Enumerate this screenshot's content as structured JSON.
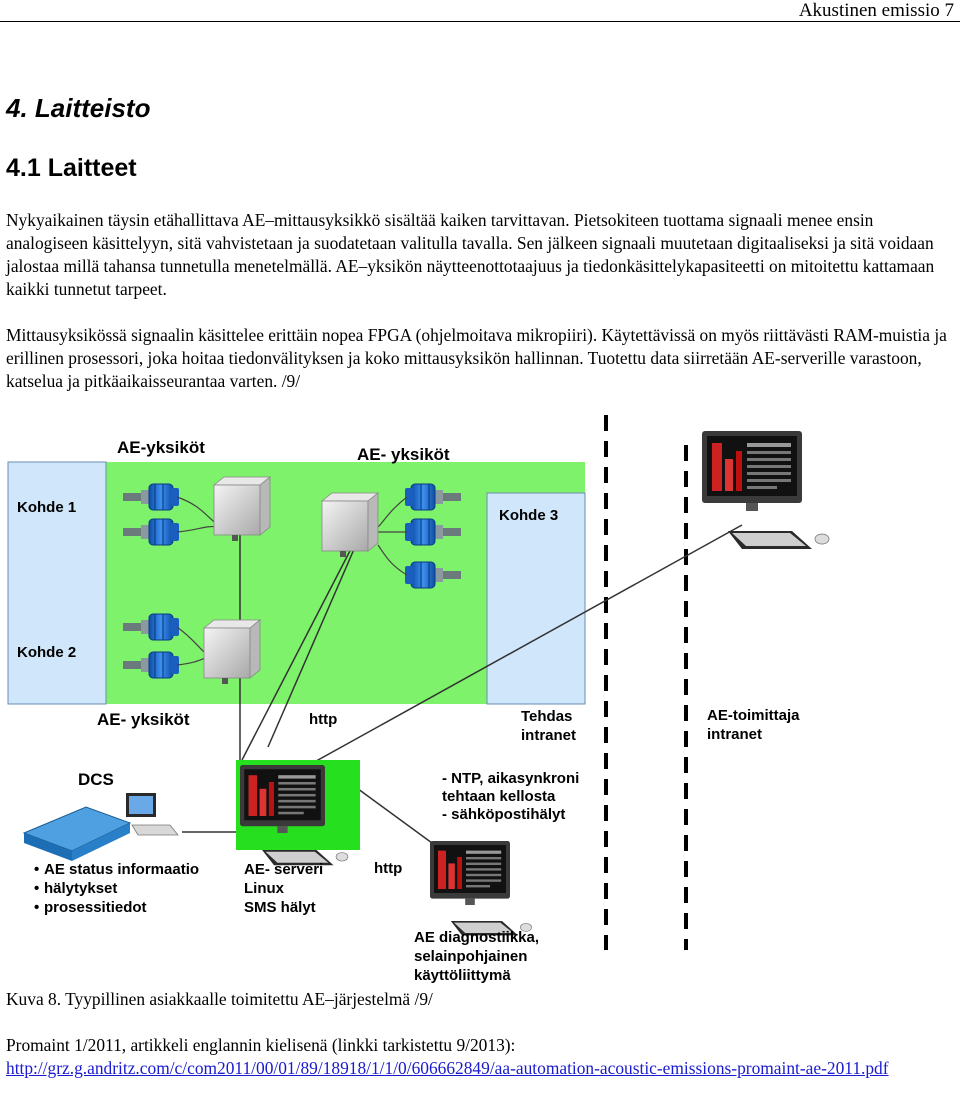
{
  "header": {
    "page_label": "Akustinen emissio 7"
  },
  "headings": {
    "chapter": "4. Laitteisto",
    "section": "4.1 Laitteet"
  },
  "paragraphs": {
    "p1": "Nykyaikainen täysin etähallittava AE–mittausyksikkö sisältää kaiken tarvittavan. Pietsokiteen tuottama signaali menee ensin analogiseen käsittelyyn, sitä vahvistetaan ja suodatetaan valitulla tavalla. Sen jälkeen signaali muutetaan digitaaliseksi ja sitä voidaan jalostaa millä tahansa tunnetulla menetelmällä. AE–yksikön näytteenottotaajuus ja tiedonkäsittelykapasiteetti on mitoitettu kattamaan kaikki tunnetut tarpeet.",
    "p2": "Mittausyksikössä signaalin käsittelee erittäin nopea FPGA (ohjelmoitava mikropiiri). Käytettävissä on myös riittävästi RAM-muistia ja erillinen prosessori, joka hoitaa tiedonvälityksen ja koko mittausyksikön hallinnan. Tuotettu data siirretään AE-serverille varastoon, katselua ja pitkäaikaisseurantaa varten. /9/"
  },
  "diagram": {
    "ae_units_top_left": "AE-yksiköt",
    "ae_units_top_right": "AE- yksiköt",
    "ae_units_bottom": "AE- yksiköt",
    "kohde1": "Kohde 1",
    "kohde2": "Kohde 2",
    "kohde3": "Kohde 3",
    "http_top": "http",
    "http_mid": "http",
    "tehdas_intranet_line1": "Tehdas",
    "tehdas_intranet_line2": "intranet",
    "toimittaja_intranet_line1": "AE-toimittaja",
    "toimittaja_intranet_line2": "intranet",
    "dcs": "DCS",
    "ntp_line1": "- NTP, aikasynkroni",
    "ntp_line2": "tehtaan kellosta",
    "ntp_line3": "- sähköpostihälyt",
    "dcs_bullets": [
      "AE status informaatio",
      "hälytykset",
      "prosessitiedot"
    ],
    "server_line1": "AE- serveri",
    "server_line2": "Linux",
    "server_line3": "SMS hälyt",
    "diag_line1": "AE diagnostiikka,",
    "diag_line2": "selainpohjainen",
    "diag_line3": "käyttöliittymä"
  },
  "caption": "Kuva 8. Tyypillinen asiakkaalle toimitettu AE–järjestelmä /9/",
  "source": {
    "text": "Promaint 1/2011, artikkeli englannin kielisenä (linkki tarkistettu 9/2013):",
    "link": "http://grz.g.andritz.com/c/com2011/00/01/89/18918/1/1/0/606662849/aa-automation-acoustic-emissions-promaint-ae-2011.pdf"
  },
  "colors": {
    "green_area": "#7ef26b",
    "target_blue": "#cfe6fb",
    "sensor_blue": "#1f6fd1",
    "server_green": "#26e020"
  }
}
